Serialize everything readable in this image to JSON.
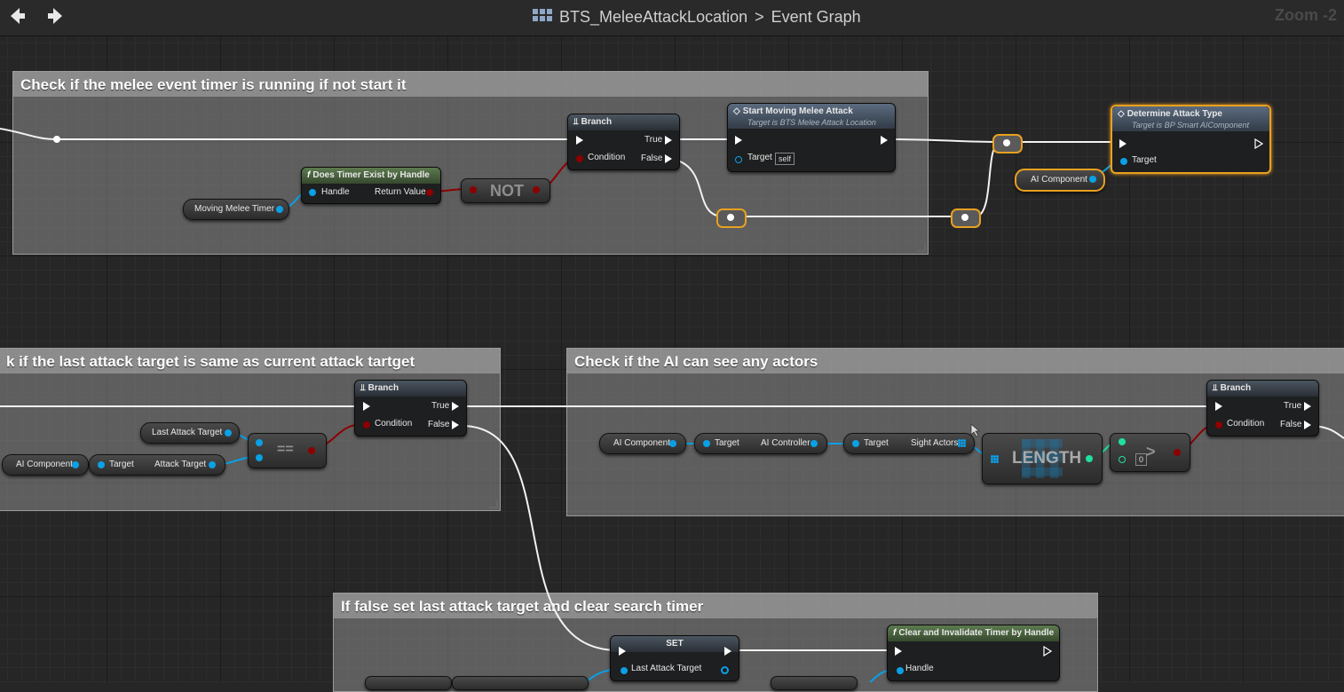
{
  "toolbar": {
    "back_icon": "arrow-left-icon",
    "forward_icon": "arrow-right-icon",
    "blueprint_name": "BTS_MeleeAttackLocation",
    "separator": ">",
    "graph_name": "Event Graph",
    "zoom": "Zoom -2"
  },
  "comments": {
    "c1": "Check if the melee event timer is running if not start it",
    "c2": "k if the last attack target is same as current attack tartget",
    "c3": "Check if the AI can see any actors",
    "c4": "If false set last attack target and clear search timer"
  },
  "nodes": {
    "branch1": {
      "title": "Branch",
      "true": "True",
      "false": "False",
      "condition": "Condition"
    },
    "timer_exist": {
      "title": "Does Timer Exist by Handle",
      "handle": "Handle",
      "return": "Return Value"
    },
    "moving_timer": {
      "label": "Moving Melee Timer"
    },
    "not_op": {
      "label": "NOT"
    },
    "start_moving": {
      "title": "Start Moving Melee Attack",
      "subtitle": "Target is BTS Melee Attack Location",
      "target": "Target",
      "self": "self"
    },
    "determine": {
      "title": "Determine Attack Type",
      "subtitle": "Target is BP Smart AIComponent",
      "target": "Target"
    },
    "ai_comp_top": {
      "label": "AI Component"
    },
    "branch2": {
      "title": "Branch",
      "true": "True",
      "false": "False",
      "condition": "Condition"
    },
    "last_attack_target": {
      "label": "Last Attack Target"
    },
    "ai_comp_left": {
      "label": "AI Component"
    },
    "attack_target_get": {
      "target": "Target",
      "out": "Attack Target"
    },
    "eq_op": {
      "label": "=="
    },
    "ai_comp_mid": {
      "label": "AI Component"
    },
    "ai_controller_get": {
      "target": "Target",
      "out": "AI Controller"
    },
    "sight_actors_get": {
      "target": "Target",
      "out": "Sight Actors"
    },
    "length_op": {
      "label": "LENGTH"
    },
    "gt_op": {
      "label": ">",
      "value": "0"
    },
    "branch3": {
      "title": "Branch",
      "true": "True",
      "false": "False",
      "condition": "Condition"
    },
    "set_node": {
      "title": "SET",
      "pin": "Last Attack Target"
    },
    "clear_timer": {
      "title": "Clear and Invalidate Timer by Handle",
      "handle": "Handle"
    }
  },
  "colors": {
    "exec": "#ffffff",
    "object_pin": "#00a8f0",
    "bool_pin": "#8c0000",
    "int_pin": "#1fe0a0",
    "selection": "#e8a020"
  }
}
